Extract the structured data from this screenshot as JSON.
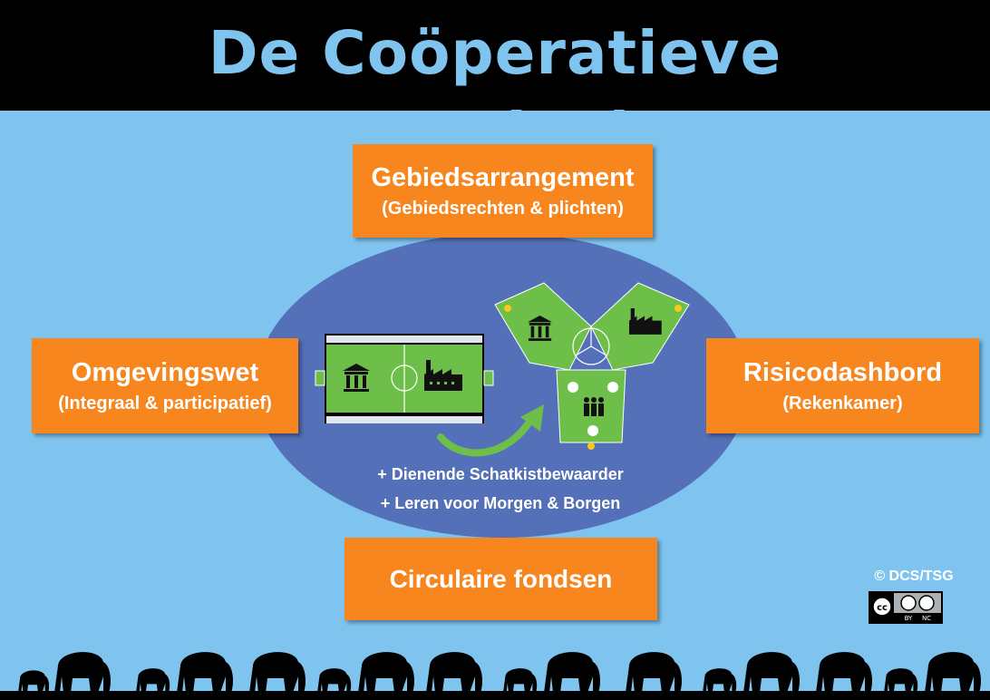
{
  "title": "De Coöperatieve Samenleving",
  "boxes": {
    "top": {
      "main": "Gebiedsarrangement",
      "sub": "(Gebiedsrechten & plichten)"
    },
    "left": {
      "main": "Omgevingswet",
      "sub": "(Integraal & participatief)"
    },
    "right": {
      "main": "Risicodashbord",
      "sub": "(Rekenkamer)"
    },
    "bottom": {
      "main": "Circulaire fondsen"
    }
  },
  "center": {
    "bullets": [
      "+ Dienende Schatkistbewaarder",
      "+ Leren voor Morgen & Borgen"
    ]
  },
  "copyright": "© DCS/TSG",
  "license": {
    "by": "BY",
    "nc": "NC"
  },
  "colors": {
    "background": "#7fc4ef",
    "header": "#000000",
    "title": "#7fc4ef",
    "box": "#f7861e",
    "ellipse": "#5470b8",
    "field": "#6ebf4a",
    "arrow": "#6ebf4a"
  },
  "icons": [
    "government-building-icon",
    "factory-icon",
    "people-icon",
    "arrow-curve-icon",
    "elephant-icon"
  ]
}
